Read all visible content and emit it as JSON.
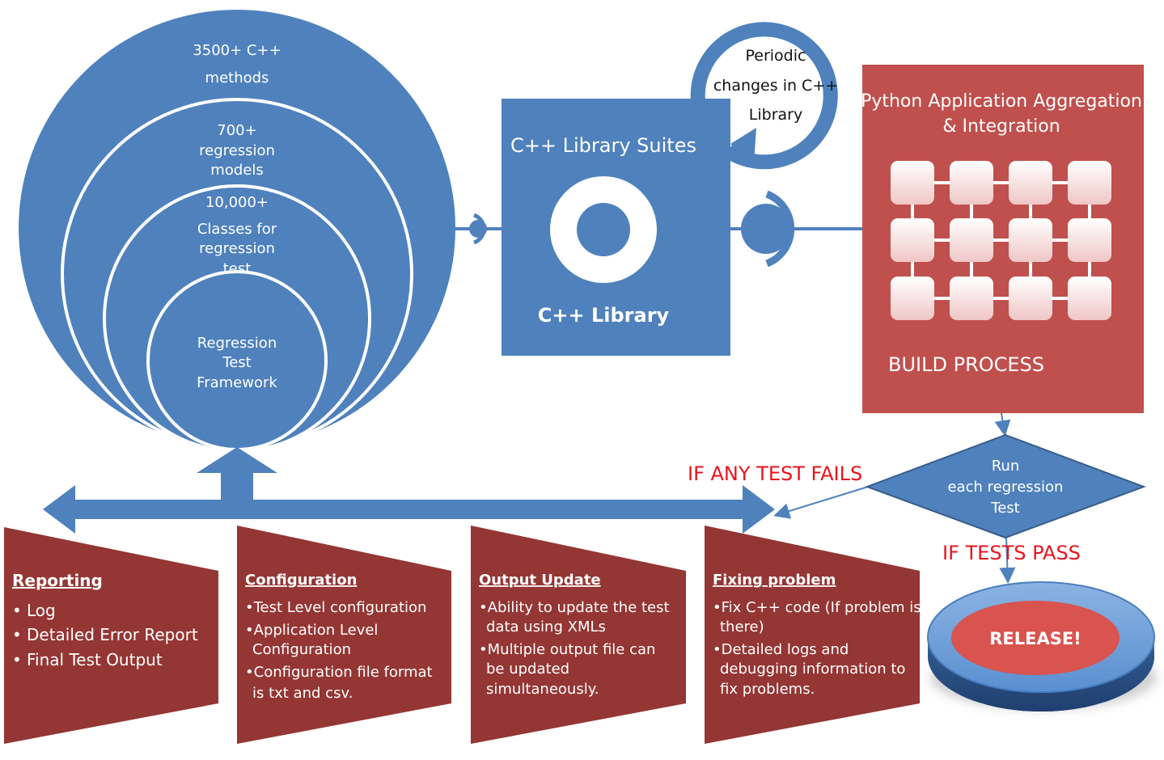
{
  "circles": {
    "outer": [
      "3500+ C++",
      "methods"
    ],
    "second": [
      "700+",
      "regression",
      "models"
    ],
    "third": [
      "10,000+",
      "Classes for",
      "regression",
      "test"
    ],
    "inner": [
      "Regression",
      "Test",
      "Framework"
    ]
  },
  "periodic": [
    "Periodic",
    "changes in C++",
    "Library"
  ],
  "library": {
    "title": "C++ Library Suites",
    "subtitle": "C++ Library"
  },
  "python": {
    "title": [
      "Python Application Aggregation",
      "& Integration"
    ],
    "build": "BUILD PROCESS"
  },
  "decision": [
    "Run",
    "each regression",
    "Test"
  ],
  "labels": {
    "fails": "IF ANY TEST FAILS",
    "pass": "IF TESTS PASS"
  },
  "release": "RELEASE!",
  "panels": [
    {
      "title": "Reporting",
      "bullet": "•",
      "lines": [
        [
          "Log"
        ],
        [
          "Detailed Error Report"
        ],
        [
          "Final Test Output"
        ]
      ]
    },
    {
      "title": "Configuration",
      "bullet": "•",
      "lines": [
        [
          "Test Level configuration"
        ],
        [
          "Application Level",
          "Configuration"
        ],
        [
          "Configuration file format",
          "is txt and csv."
        ]
      ]
    },
    {
      "title": "Output Update",
      "bullet": "•",
      "lines": [
        [
          "Ability to update the test",
          "data using XMLs"
        ],
        [
          "Multiple output file can",
          "be updated",
          "simultaneously."
        ]
      ]
    },
    {
      "title": "Fixing problem",
      "bullet": "•",
      "lines": [
        [
          "Fix C++ code (If problem is",
          "there)"
        ],
        [
          "Detailed logs and",
          "debugging information to",
          "fix problems."
        ]
      ]
    }
  ],
  "colors": {
    "blue": "#4f81bd",
    "red": "#c0504d",
    "dark_red": "#943634",
    "alert": "#e8141c"
  }
}
